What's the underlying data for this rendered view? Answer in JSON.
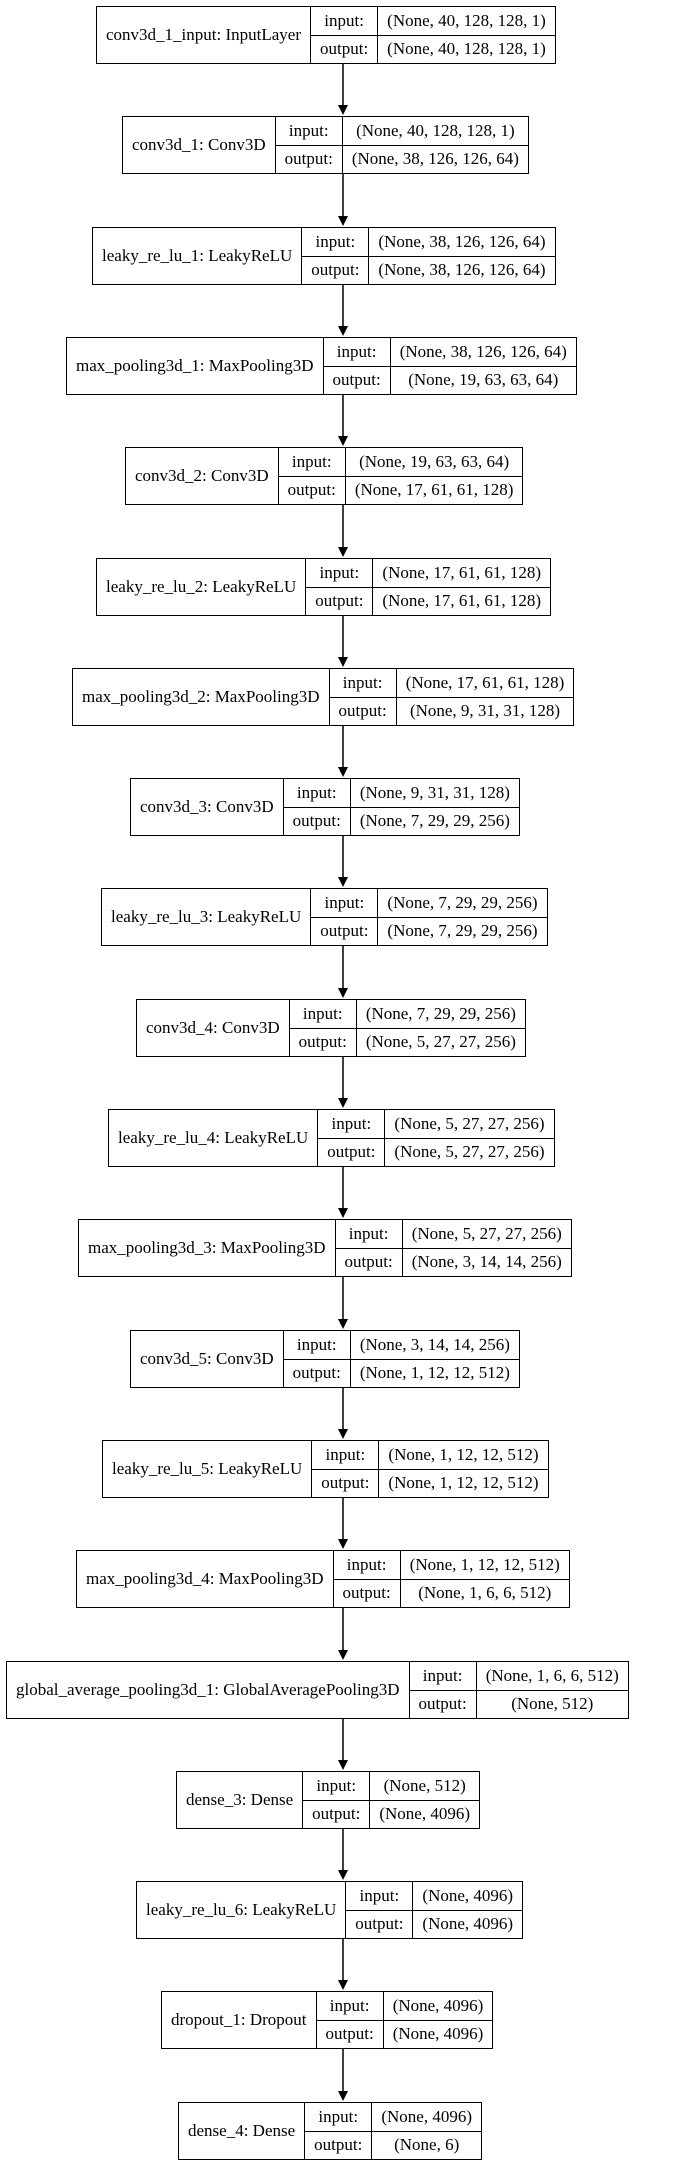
{
  "layers": [
    {
      "name": "conv3d_1_input: InputLayer",
      "input_label": "input:",
      "output_label": "output:",
      "input": "(None, 40, 128, 128, 1)",
      "output": "(None, 40, 128, 128, 1)"
    },
    {
      "name": "conv3d_1: Conv3D",
      "input_label": "input:",
      "output_label": "output:",
      "input": "(None, 40, 128, 128, 1)",
      "output": "(None, 38, 126, 126, 64)"
    },
    {
      "name": "leaky_re_lu_1: LeakyReLU",
      "input_label": "input:",
      "output_label": "output:",
      "input": "(None, 38, 126, 126, 64)",
      "output": "(None, 38, 126, 126, 64)"
    },
    {
      "name": "max_pooling3d_1: MaxPooling3D",
      "input_label": "input:",
      "output_label": "output:",
      "input": "(None, 38, 126, 126, 64)",
      "output": "(None, 19, 63, 63, 64)"
    },
    {
      "name": "conv3d_2: Conv3D",
      "input_label": "input:",
      "output_label": "output:",
      "input": "(None, 19, 63, 63, 64)",
      "output": "(None, 17, 61, 61, 128)"
    },
    {
      "name": "leaky_re_lu_2: LeakyReLU",
      "input_label": "input:",
      "output_label": "output:",
      "input": "(None, 17, 61, 61, 128)",
      "output": "(None, 17, 61, 61, 128)"
    },
    {
      "name": "max_pooling3d_2: MaxPooling3D",
      "input_label": "input:",
      "output_label": "output:",
      "input": "(None, 17, 61, 61, 128)",
      "output": "(None, 9, 31, 31, 128)"
    },
    {
      "name": "conv3d_3: Conv3D",
      "input_label": "input:",
      "output_label": "output:",
      "input": "(None, 9, 31, 31, 128)",
      "output": "(None, 7, 29, 29, 256)"
    },
    {
      "name": "leaky_re_lu_3: LeakyReLU",
      "input_label": "input:",
      "output_label": "output:",
      "input": "(None, 7, 29, 29, 256)",
      "output": "(None, 7, 29, 29, 256)"
    },
    {
      "name": "conv3d_4: Conv3D",
      "input_label": "input:",
      "output_label": "output:",
      "input": "(None, 7, 29, 29, 256)",
      "output": "(None, 5, 27, 27, 256)"
    },
    {
      "name": "leaky_re_lu_4: LeakyReLU",
      "input_label": "input:",
      "output_label": "output:",
      "input": "(None, 5, 27, 27, 256)",
      "output": "(None, 5, 27, 27, 256)"
    },
    {
      "name": "max_pooling3d_3: MaxPooling3D",
      "input_label": "input:",
      "output_label": "output:",
      "input": "(None, 5, 27, 27, 256)",
      "output": "(None, 3, 14, 14, 256)"
    },
    {
      "name": "conv3d_5: Conv3D",
      "input_label": "input:",
      "output_label": "output:",
      "input": "(None, 3, 14, 14, 256)",
      "output": "(None, 1, 12, 12, 512)"
    },
    {
      "name": "leaky_re_lu_5: LeakyReLU",
      "input_label": "input:",
      "output_label": "output:",
      "input": "(None, 1, 12, 12, 512)",
      "output": "(None, 1, 12, 12, 512)"
    },
    {
      "name": "max_pooling3d_4: MaxPooling3D",
      "input_label": "input:",
      "output_label": "output:",
      "input": "(None, 1, 12, 12, 512)",
      "output": "(None, 1, 6, 6, 512)"
    },
    {
      "name": "global_average_pooling3d_1: GlobalAveragePooling3D",
      "input_label": "input:",
      "output_label": "output:",
      "input": "(None, 1, 6, 6, 512)",
      "output": "(None, 512)"
    },
    {
      "name": "dense_3: Dense",
      "input_label": "input:",
      "output_label": "output:",
      "input": "(None, 512)",
      "output": "(None, 4096)"
    },
    {
      "name": "leaky_re_lu_6: LeakyReLU",
      "input_label": "input:",
      "output_label": "output:",
      "input": "(None, 4096)",
      "output": "(None, 4096)"
    },
    {
      "name": "dropout_1: Dropout",
      "input_label": "input:",
      "output_label": "output:",
      "input": "(None, 4096)",
      "output": "(None, 4096)"
    },
    {
      "name": "dense_4: Dense",
      "input_label": "input:",
      "output_label": "output:",
      "input": "(None, 4096)",
      "output": "(None, 6)"
    }
  ]
}
